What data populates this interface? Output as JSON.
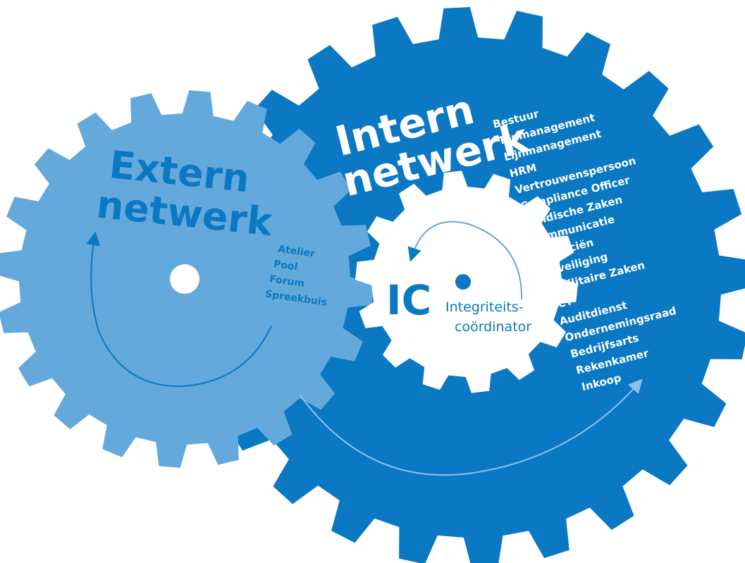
{
  "colors": {
    "background": "#ffffff",
    "intern_gear": "#0a78c2",
    "extern_gear": "#64a9dc",
    "ic_gear": "#ffffff",
    "arrow_on_dark": "#8cc2ec",
    "arrow_on_light": "#0a78c2",
    "ic_text": "#0a78c2"
  },
  "intern": {
    "title_line1": "Intern",
    "title_line2": "netwerk",
    "items": [
      "Bestuur",
      "Topmanagement",
      "Lijnmanagement",
      "HRM",
      "Vertrouwenspersoon",
      "Compliance Officer",
      "Juridische Zaken",
      "Communicatie",
      "Financiën",
      "Beveiliging",
      "Facilitaire Zaken",
      "ICT",
      "Auditdienst",
      "Ondernemingsraad",
      "Bedrijfsarts",
      "Rekenkamer",
      "Inkoop"
    ]
  },
  "extern": {
    "title_line1": "Extern",
    "title_line2": "netwerk",
    "items": [
      "Atelier",
      "Pool",
      "Forum",
      "Spreekbuis"
    ]
  },
  "ic": {
    "abbr": "IC",
    "label_line1": "Integriteits-",
    "label_line2": "coördinator"
  }
}
